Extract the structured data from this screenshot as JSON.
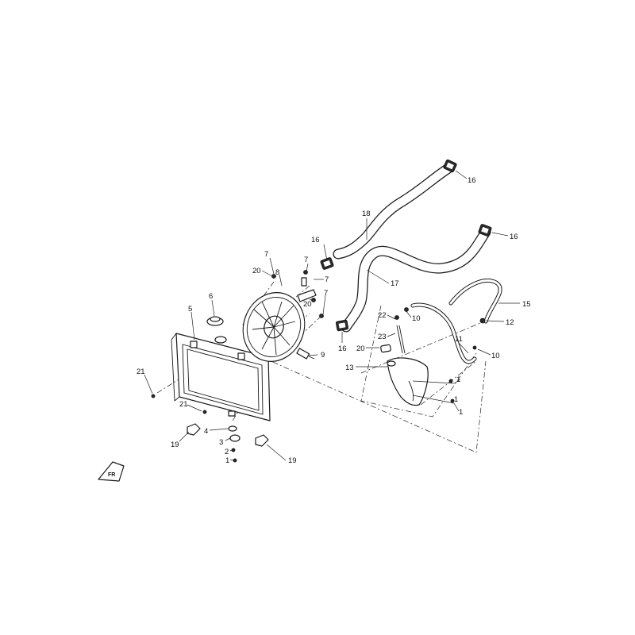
{
  "diagram": {
    "front_tag": "FR",
    "callouts": [
      {
        "id": "c16a",
        "text": "16"
      },
      {
        "id": "c16b",
        "text": "16"
      },
      {
        "id": "c16c",
        "text": "16"
      },
      {
        "id": "c16d",
        "text": "16"
      },
      {
        "id": "c18",
        "text": "18"
      },
      {
        "id": "c17",
        "text": "17"
      },
      {
        "id": "c15",
        "text": "15"
      },
      {
        "id": "c12",
        "text": "12"
      },
      {
        "id": "c11",
        "text": "11"
      },
      {
        "id": "c10a",
        "text": "10"
      },
      {
        "id": "c10b",
        "text": "10"
      },
      {
        "id": "c22",
        "text": "22"
      },
      {
        "id": "c23",
        "text": "23"
      },
      {
        "id": "c20a",
        "text": "20"
      },
      {
        "id": "c20b",
        "text": "20"
      },
      {
        "id": "c20c",
        "text": "20"
      },
      {
        "id": "c13",
        "text": "13"
      },
      {
        "id": "c1a",
        "text": "1"
      },
      {
        "id": "c1b",
        "text": "1"
      },
      {
        "id": "c1c",
        "text": "1"
      },
      {
        "id": "c1d",
        "text": "1"
      },
      {
        "id": "c7a",
        "text": "7"
      },
      {
        "id": "c7b",
        "text": "7"
      },
      {
        "id": "c7c",
        "text": "7"
      },
      {
        "id": "c7d",
        "text": "7"
      },
      {
        "id": "c8",
        "text": "8"
      },
      {
        "id": "c6",
        "text": "6"
      },
      {
        "id": "c5",
        "text": "5"
      },
      {
        "id": "c9",
        "text": "9"
      },
      {
        "id": "c21a",
        "text": "21"
      },
      {
        "id": "c21b",
        "text": "21"
      },
      {
        "id": "c19a",
        "text": "19"
      },
      {
        "id": "c19b",
        "text": "19"
      },
      {
        "id": "c4",
        "text": "4"
      },
      {
        "id": "c3",
        "text": "3"
      },
      {
        "id": "c2",
        "text": "2"
      }
    ]
  }
}
